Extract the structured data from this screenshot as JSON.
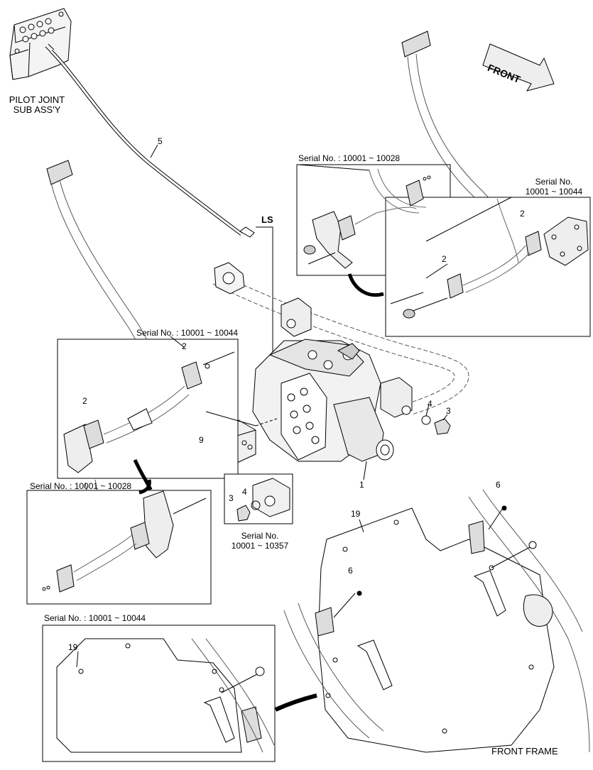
{
  "labels": {
    "pilot_joint": [
      "PILOT JOINT",
      "SUB ASS'Y"
    ],
    "front_arrow": "FRONT",
    "front_frame": "FRONT FRAME",
    "ls_port": "LS"
  },
  "detail_views": {
    "top_center": "Serial No. : 10001 ~ 10028",
    "right": [
      "Serial No.",
      "10001 ~ 10044"
    ],
    "mid_left": "Serial No. : 10001 ~ 10044",
    "lower_left": "Serial No. : 10001 ~ 10028",
    "plug_detail": [
      "Serial No.",
      "10001 ~ 10357"
    ],
    "bottom_left": "Serial No. : 10001 ~ 10044"
  },
  "callouts": {
    "c5": "5",
    "c2_right": "2",
    "c2_right_lower": "2",
    "c2_mid_upper": "2",
    "c2_mid_lower": "2",
    "c4": "4",
    "c3": "3",
    "c9": "9",
    "c1": "1",
    "c3_detail": "3",
    "c4_detail": "4",
    "c6_upper": "6",
    "c19": "19",
    "c6_lower": "6",
    "c19_inset": "19"
  }
}
